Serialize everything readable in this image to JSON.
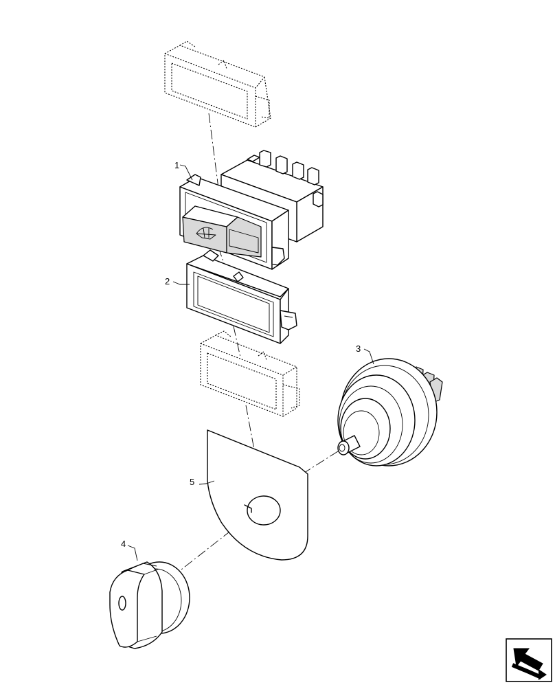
{
  "diagram": {
    "callouts": [
      {
        "id": "1",
        "label": "1"
      },
      {
        "id": "2",
        "label": "2"
      },
      {
        "id": "3",
        "label": "3"
      },
      {
        "id": "4",
        "label": "4"
      },
      {
        "id": "5",
        "label": "5"
      }
    ],
    "nav_icon": "next-page-arrow-icon"
  }
}
